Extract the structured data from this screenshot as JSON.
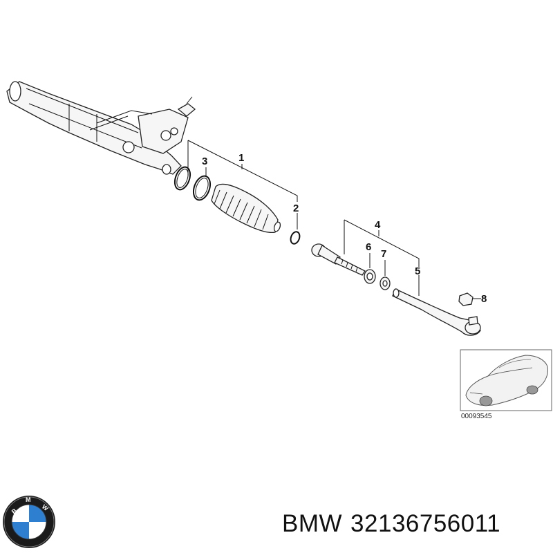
{
  "diagram": {
    "callouts": [
      "1",
      "2",
      "3",
      "4",
      "5",
      "6",
      "7",
      "8"
    ],
    "inset_code": "00093545"
  },
  "logo": {
    "text": "BMW",
    "colors": {
      "ring": "#1a1a1a",
      "blue": "#2f7fd0",
      "white": "#ffffff"
    }
  },
  "caption": {
    "brand": "BMW",
    "part_number": "32136756011"
  }
}
